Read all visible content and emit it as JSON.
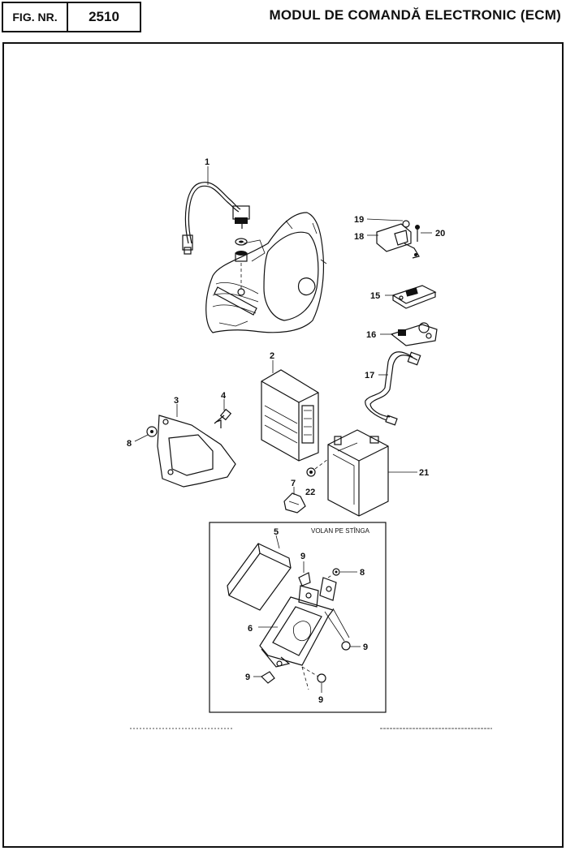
{
  "header": {
    "fig_label": "FIG. NR.",
    "fig_number": "2510",
    "title": "MODUL DE COMANDĂ ELECTRONIC (ECM)"
  },
  "inset": {
    "title": "VOLAN PE STÎNGA"
  },
  "callouts": {
    "c1": "1",
    "c2": "2",
    "c3": "3",
    "c4": "4",
    "c5": "5",
    "c6": "6",
    "c7": "7",
    "c8a": "8",
    "c8b": "8",
    "c9a": "9",
    "c9b": "9",
    "c9c": "9",
    "c9d": "9",
    "c15": "15",
    "c16": "16",
    "c17": "17",
    "c18": "18",
    "c19": "19",
    "c20": "20",
    "c21": "21",
    "c22": "22"
  }
}
